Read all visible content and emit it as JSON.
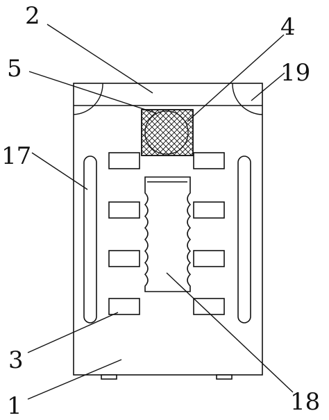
{
  "figure": {
    "type": "patent-drawing",
    "colors": {
      "line": "#111111",
      "background": "#ffffff"
    },
    "callouts": {
      "c1": "1",
      "c2": "2",
      "c3": "3",
      "c4": "4",
      "c5": "5",
      "c17": "17",
      "c18": "18",
      "c19": "19"
    },
    "counts": {
      "pads_per_side": 4,
      "slots": 2
    }
  }
}
